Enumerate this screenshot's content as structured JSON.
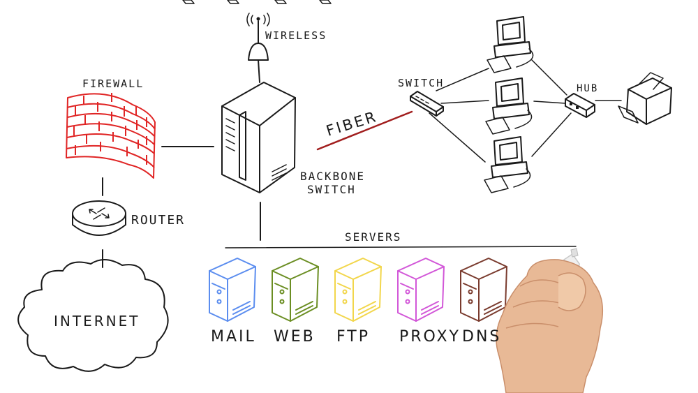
{
  "labels": {
    "firewall": "FIREWALL",
    "wireless": "WIRELESS",
    "switch": "SWITCH",
    "hub": "HUB",
    "fiber": "FIBER",
    "backbone_line1": "BACKBONE",
    "backbone_line2": "SWITCH",
    "router": "ROUTER",
    "servers": "SERVERS",
    "internet": "INTERNET"
  },
  "servers": [
    {
      "name": "MAIL",
      "color": "#5b8def"
    },
    {
      "name": "WEB",
      "color": "#6b8e23"
    },
    {
      "name": "FTP",
      "color": "#f2d64b"
    },
    {
      "name": "PROXY",
      "color": "#d257d8"
    },
    {
      "name": "DNS",
      "color": "#7a3b2e"
    }
  ],
  "colors": {
    "ink": "#1a1a1a",
    "firewall": "#e02424",
    "fiber": "#a11d1d",
    "skin": "#e8b996",
    "marker": "#f0f0f0"
  }
}
